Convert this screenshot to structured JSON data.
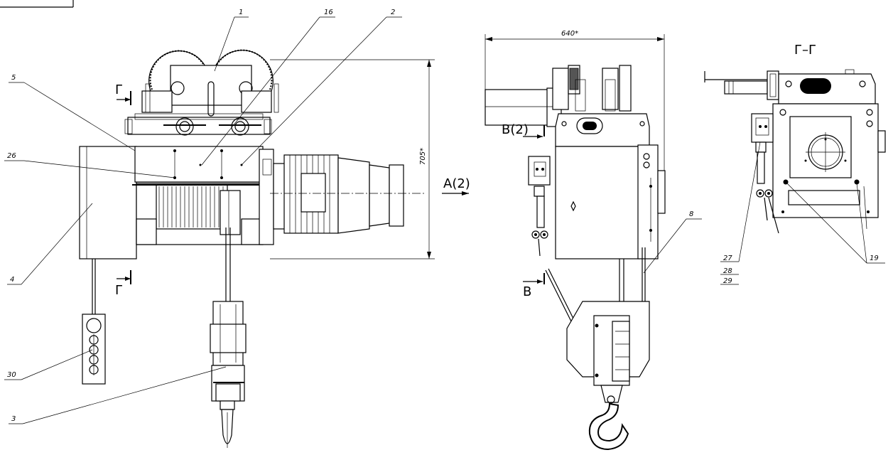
{
  "labels": {
    "p1": "1",
    "p16": "16",
    "p2": "2",
    "p5": "5",
    "p26": "26",
    "p4": "4",
    "p30": "30",
    "p3": "3",
    "p8": "8",
    "p27": "27",
    "p28": "28",
    "p29": "29",
    "p19": "19"
  },
  "views": {
    "section_mark": "Г",
    "section_title": "Г–Г",
    "view_a": "А(2)",
    "view_b_top": "В(2)",
    "view_b_bottom": "В"
  },
  "dimensions": {
    "width": "640*",
    "height": "705*"
  }
}
